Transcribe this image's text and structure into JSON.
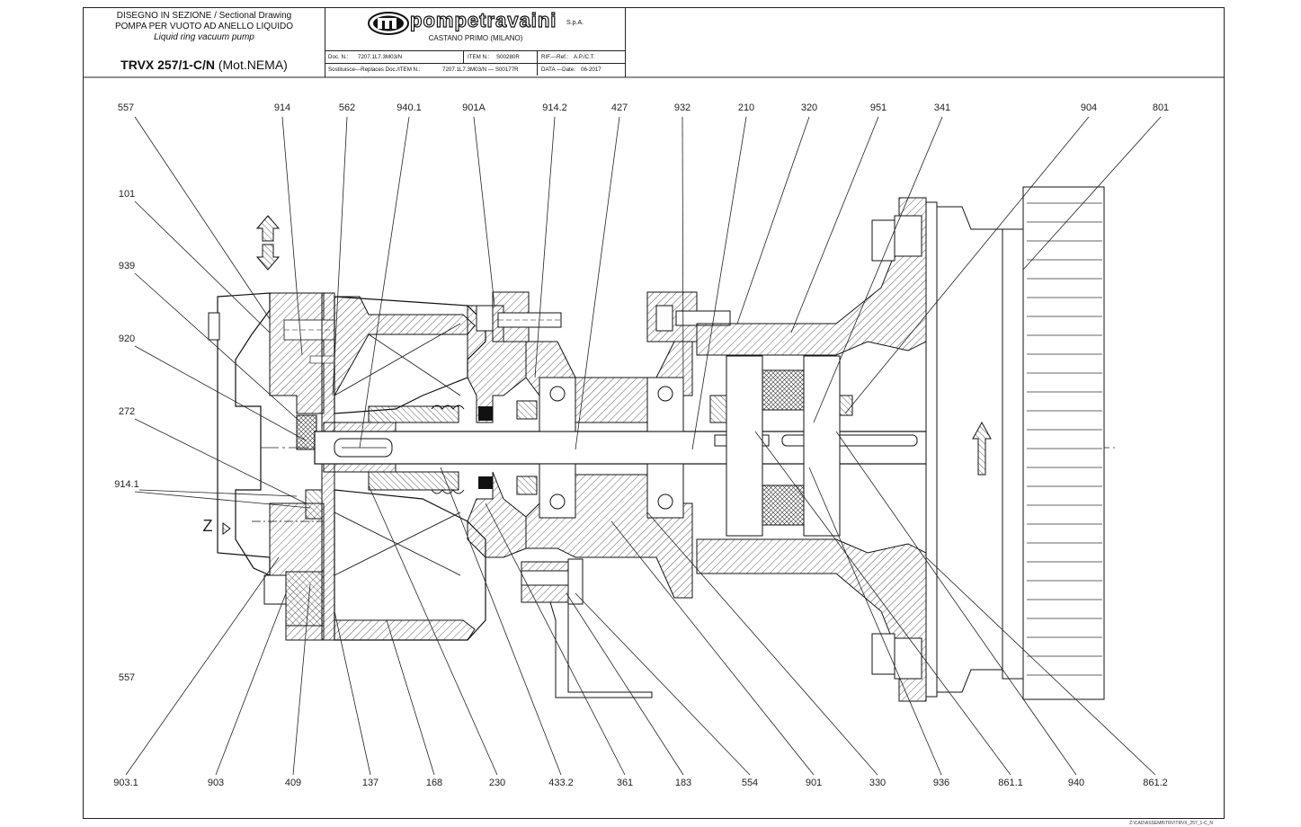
{
  "title_block": {
    "line1": "DISEGNO IN SEZIONE / Sectional Drawing",
    "line2": "POMPA PER VUOTO AD ANELLO LIQUIDO",
    "line3": "Liquid ring vacuum pump",
    "model": "TRVX 257/1-C/N",
    "model_suffix": "(Mot.NEMA)",
    "brand": "pompetravaini",
    "brand_suffix": "S.p.A.",
    "city": "CASTANO PRIMO  (MILANO)",
    "doc_label": "Doc. N.:",
    "doc_value": "7207.1L7.3M03/N",
    "item_label": "ITEM N.:",
    "item_value": "S00280R",
    "rif_label": "RIF.—Ref.:",
    "rif_value": "A.P./C.T.",
    "replaces_label": "Sostituisce—Replaces Doc./ITEM N.:",
    "replaces_value": "7207.1L7.3M03/N — S00177R",
    "date_label": "DATA —Date:",
    "date_value": "06-2017"
  },
  "callouts_top": [
    "557",
    "914",
    "562",
    "940.1",
    "901A",
    "914.2",
    "427",
    "932",
    "210",
    "320",
    "951",
    "341",
    "904",
    "801"
  ],
  "callouts_left": [
    "101",
    "939",
    "920",
    "272",
    "914.1",
    "557"
  ],
  "callouts_bottom": [
    "903.1",
    "903",
    "409",
    "137",
    "168",
    "230",
    "433.2",
    "361",
    "183",
    "554",
    "901",
    "330",
    "936",
    "861.1",
    "940",
    "861.2"
  ],
  "z_label": "Z",
  "footer_path": "Z:\\CAD\\ASSEMB\\TRV\\TRVX_257_1-C_N"
}
